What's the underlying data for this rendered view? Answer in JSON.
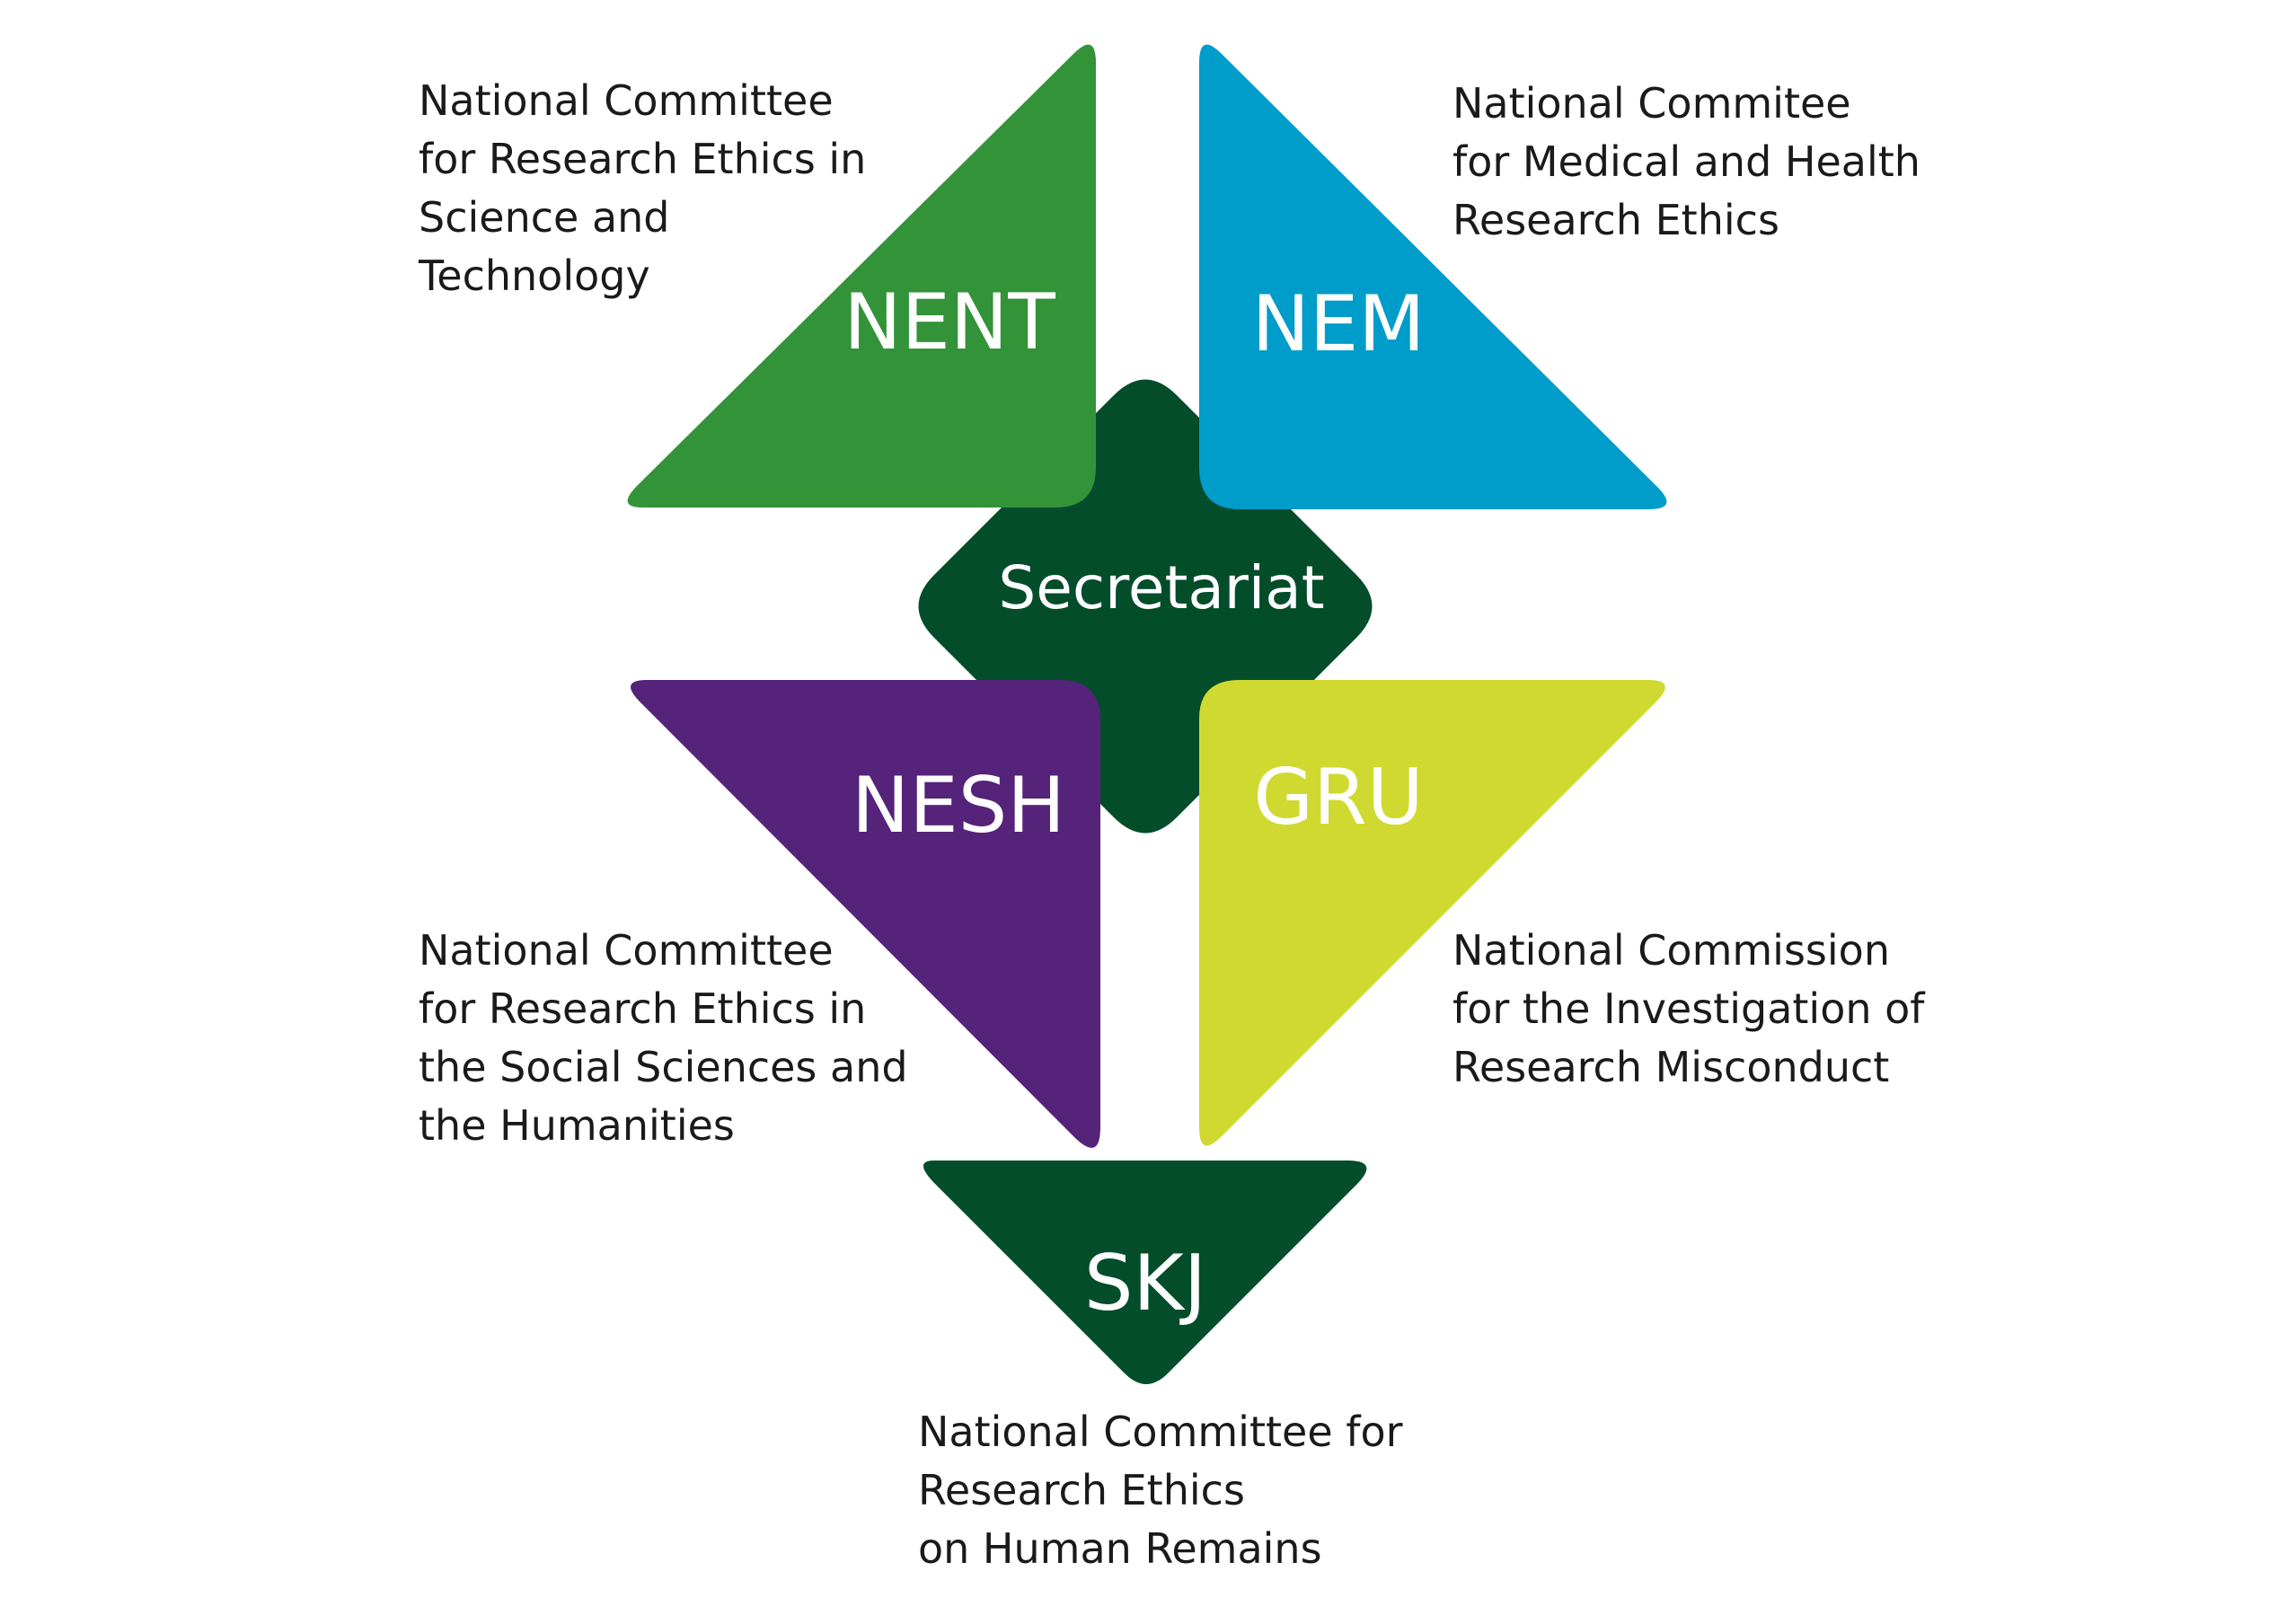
{
  "colors": {
    "nent": "#339339",
    "nem": "#009cca",
    "secretariat": "#034d2b",
    "nesh": "#55237a",
    "gru": "#d0d930",
    "skj": "#034d2b"
  },
  "secretariat": {
    "label": "Secretariat"
  },
  "nent": {
    "abbr": "NENT",
    "lines": [
      "National Committee",
      "for Research Ethics in",
      "Science and",
      "Technology"
    ]
  },
  "nem": {
    "abbr": "NEM",
    "lines": [
      "National Commitee",
      "for Medical and Health",
      "Research Ethics"
    ]
  },
  "nesh": {
    "abbr": "NESH",
    "lines": [
      "National Committee",
      "for Research Ethics in",
      "the Social Sciences and",
      "the Humanities"
    ]
  },
  "gru": {
    "abbr": "GRU",
    "lines": [
      "National Commission",
      "for the Investigation of",
      "Research Misconduct"
    ]
  },
  "skj": {
    "abbr": "SKJ",
    "lines": [
      "National Committee for",
      "Research Ethics",
      "on Human Remains"
    ]
  }
}
